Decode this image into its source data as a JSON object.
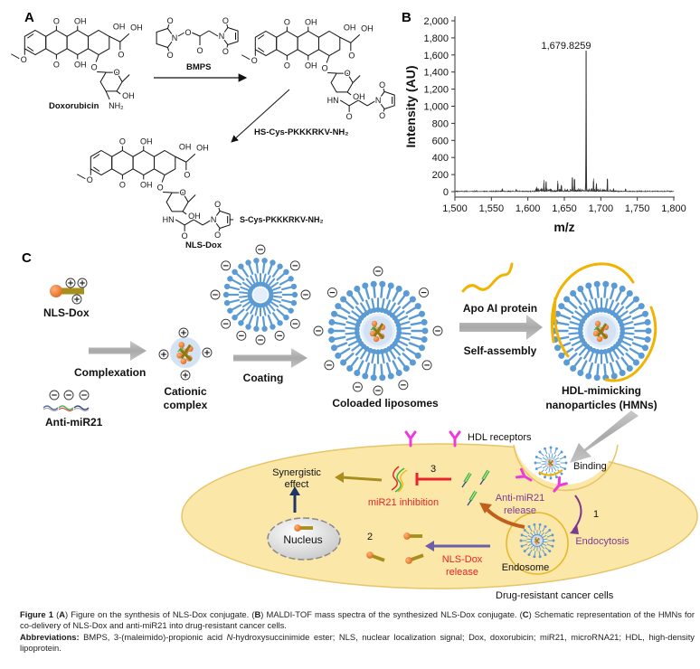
{
  "panel_labels": {
    "a": "A",
    "b": "B",
    "c": "C"
  },
  "panel_a": {
    "doxorubicin_label": "Doxorubicin",
    "bmps_label": "BMPS",
    "reagent_label": "HS-Cys-PKKKRKV-NH₂",
    "product_label": "NLS-Dox",
    "product_substituent": "S-Cys-PKKKRKV-NH₂",
    "atoms": {
      "O": "O",
      "OH": "OH",
      "N": "N",
      "NH2": "NH₂",
      "HN": "HN"
    }
  },
  "chart_data": {
    "type": "line",
    "title": "",
    "xlabel": "m/z",
    "ylabel": "Intensity (AU)",
    "xlim": [
      1500,
      1800
    ],
    "ylim": [
      0,
      2000
    ],
    "x_ticks": [
      "1,500",
      "1,550",
      "1,600",
      "1,650",
      "1,700",
      "1,750",
      "1,800"
    ],
    "y_ticks": [
      "0",
      "200",
      "400",
      "600",
      "800",
      "1,000",
      "1,200",
      "1,400",
      "1,600",
      "1,800",
      "2,000"
    ],
    "annotation": "1,679.8259",
    "grid": false,
    "peaks": [
      {
        "mz": 1565,
        "intensity": 30
      },
      {
        "mz": 1584,
        "intensity": 25
      },
      {
        "mz": 1612,
        "intensity": 40
      },
      {
        "mz": 1622,
        "intensity": 100
      },
      {
        "mz": 1625,
        "intensity": 110
      },
      {
        "mz": 1641,
        "intensity": 90
      },
      {
        "mz": 1646,
        "intensity": 70
      },
      {
        "mz": 1661,
        "intensity": 160
      },
      {
        "mz": 1664,
        "intensity": 140
      },
      {
        "mz": 1679.8259,
        "intensity": 1650
      },
      {
        "mz": 1690,
        "intensity": 120
      },
      {
        "mz": 1694,
        "intensity": 90
      },
      {
        "mz": 1709,
        "intensity": 150
      },
      {
        "mz": 1734,
        "intensity": 30
      }
    ],
    "color": "#333333"
  },
  "panel_c": {
    "nls_dox": "NLS-Dox",
    "anti_mir21": "Anti-miR21",
    "complexation": "Complexation",
    "cationic_complex": [
      "Cationic",
      "complex"
    ],
    "coating": "Coating",
    "coloaded": "Coloaded liposomes",
    "apo_protein": "Apo AI protein",
    "self_assembly": "Self-assembly",
    "hmn": [
      "HDL-mimicking",
      "nanoparticles (HMNs)"
    ],
    "hdl_receptors": "HDL receptors",
    "binding": "Binding",
    "synergistic": [
      "Synergistic",
      "effect"
    ],
    "mir21_inhibition": "miR21 inhibition",
    "anti_mir21_release": [
      "Anti-miR21",
      "release"
    ],
    "endocytosis": "Endocytosis",
    "endosome": "Endosome",
    "nucleus": "Nucleus",
    "nls_dox_release": [
      "NLS-Dox",
      "release"
    ],
    "step1": "1",
    "step2": "2",
    "step3": "3",
    "cell_label": "Drug-resistant cancer cells",
    "colors": {
      "lipid": "#5b9bd5",
      "cell": "#fbe7a8",
      "apo": "#f0b400",
      "receptor": "#ee3ad8",
      "red_text": "#e8242a",
      "purple_text": "#7a3b8f"
    }
  },
  "caption": {
    "figure_label": "Figure 1",
    "a_tag": "A",
    "a_text": " Figure on the synthesis of NLS-Dox conjugate. ",
    "b_tag": "B",
    "b_text": " MALDI-TOF mass spectra of the synthesized NLS-Dox conjugate. ",
    "c_tag": "C",
    "c_text": " Schematic representation of the HMNs for co-delivery of NLS-Dox and anti-miR21 into drug-resistant cancer cells.",
    "abbr_label": "Abbreviations:",
    "abbr_pre": " BMPS, 3-(maleimido)-propionic acid ",
    "abbr_italic": "N",
    "abbr_post": "-hydroxysuccinimide ester; NLS, nuclear localization signal; Dox, doxorubicin; miR21, microRNA21; HDL, high-density lipoprotein."
  }
}
